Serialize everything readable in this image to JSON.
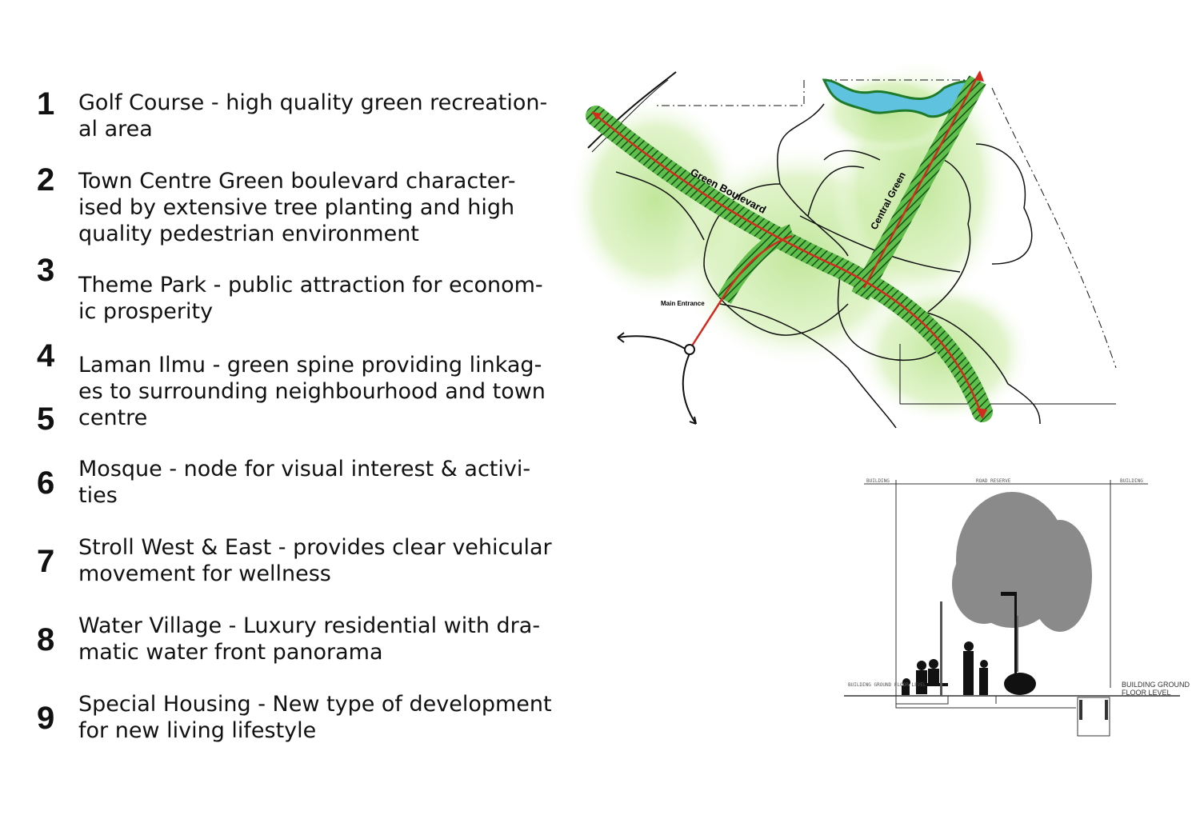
{
  "legend": [
    {
      "number": "1",
      "text": "Golf Course - high quality green recreation-\nal area"
    },
    {
      "number": "2",
      "text": "Town Centre Green boulevard character-\nised by extensive tree planting and high\nquality pedestrian environment"
    },
    {
      "number": "3",
      "text": "Theme Park - public attraction for econom-\nic prosperity"
    },
    {
      "number": "4",
      "text": "Laman Ilmu - green spine providing linkag-\nes to surrounding neighbourhood and town\ncentre"
    },
    {
      "number": "5",
      "text": ""
    },
    {
      "number": "6",
      "text": "Mosque - node for visual interest & activi-\nties"
    },
    {
      "number": "7",
      "text": "Stroll West & East - provides clear vehicular\nmovement for wellness"
    },
    {
      "number": "8",
      "text": "Water Village - Luxury residential with dra-\nmatic water front panorama"
    },
    {
      "number": "9",
      "text": "Special Housing - New type of development\nfor new living lifestyle"
    }
  ],
  "map": {
    "labels": {
      "green_boulevard": "Green Boulevard",
      "central_green": "Central Green",
      "main_entrance": "Main Entrance"
    },
    "colors": {
      "green": "#8fd46a",
      "hatch": "#1f7a2a",
      "route": "#d42a1e",
      "water": "#5fc3e0"
    }
  },
  "section": {
    "building_left": "BUILDING",
    "road_reserve": "ROAD RESERVE",
    "building_right": "BUILDING",
    "floor_left": "BUILDING GROUND\nFLOOR LEVEL",
    "floor_right": "BUILDING GROUND\nFLOOR LEVEL"
  }
}
